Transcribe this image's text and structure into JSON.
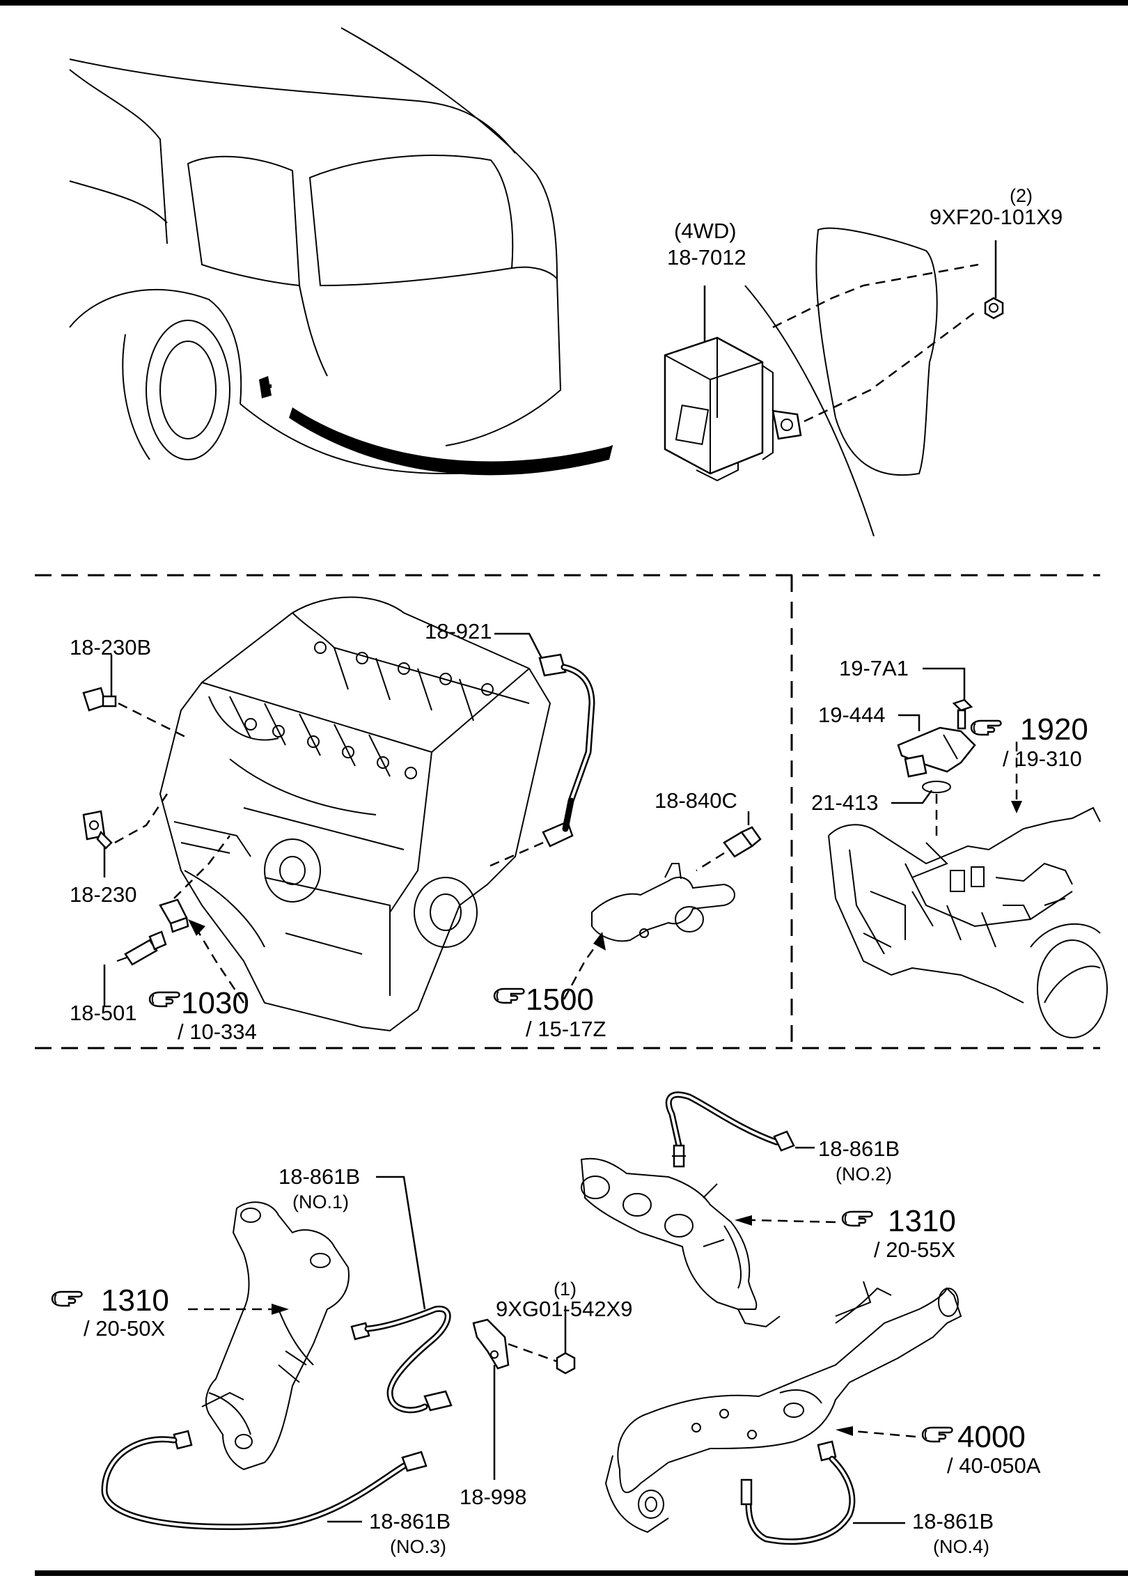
{
  "top_section": {
    "module_note": "(4WD)",
    "module_part": "18-7012",
    "nut_qty": "(2)",
    "nut_part": "9XF20-101X9"
  },
  "engine_section": {
    "labels": {
      "p18_230B": "18-230B",
      "p18_230": "18-230",
      "p18_501": "18-501",
      "p18_921": "18-921",
      "p18_840C": "18-840C"
    },
    "refs": {
      "r1030": "1030",
      "r1030_sub": "/ 10-334",
      "r1500": "1500",
      "r1500_sub": "/ 15-17Z"
    }
  },
  "trans_section": {
    "p19_7A1": "19-7A1",
    "p19_444": "19-444",
    "p21_413": "21-413",
    "r1920": "1920",
    "r1920_sub": "/ 19-310"
  },
  "exhaust_section": {
    "no2_part": "18-861B",
    "no2_pos": "(NO.2)",
    "no1_part": "18-861B",
    "no1_pos": "(NO.1)",
    "no3_part": "18-861B",
    "no3_pos": "(NO.3)",
    "no4_part": "18-861B",
    "no4_pos": "(NO.4)",
    "bolt_qty": "(1)",
    "bolt_part": "9XG01-542X9",
    "bracket_part": "18-998",
    "r1310_right": "1310",
    "r1310_right_sub": "/ 20-55X",
    "r1310_left": "1310",
    "r1310_left_sub": "/ 20-50X",
    "r4000": "4000",
    "r4000_sub": "/ 40-050A"
  }
}
